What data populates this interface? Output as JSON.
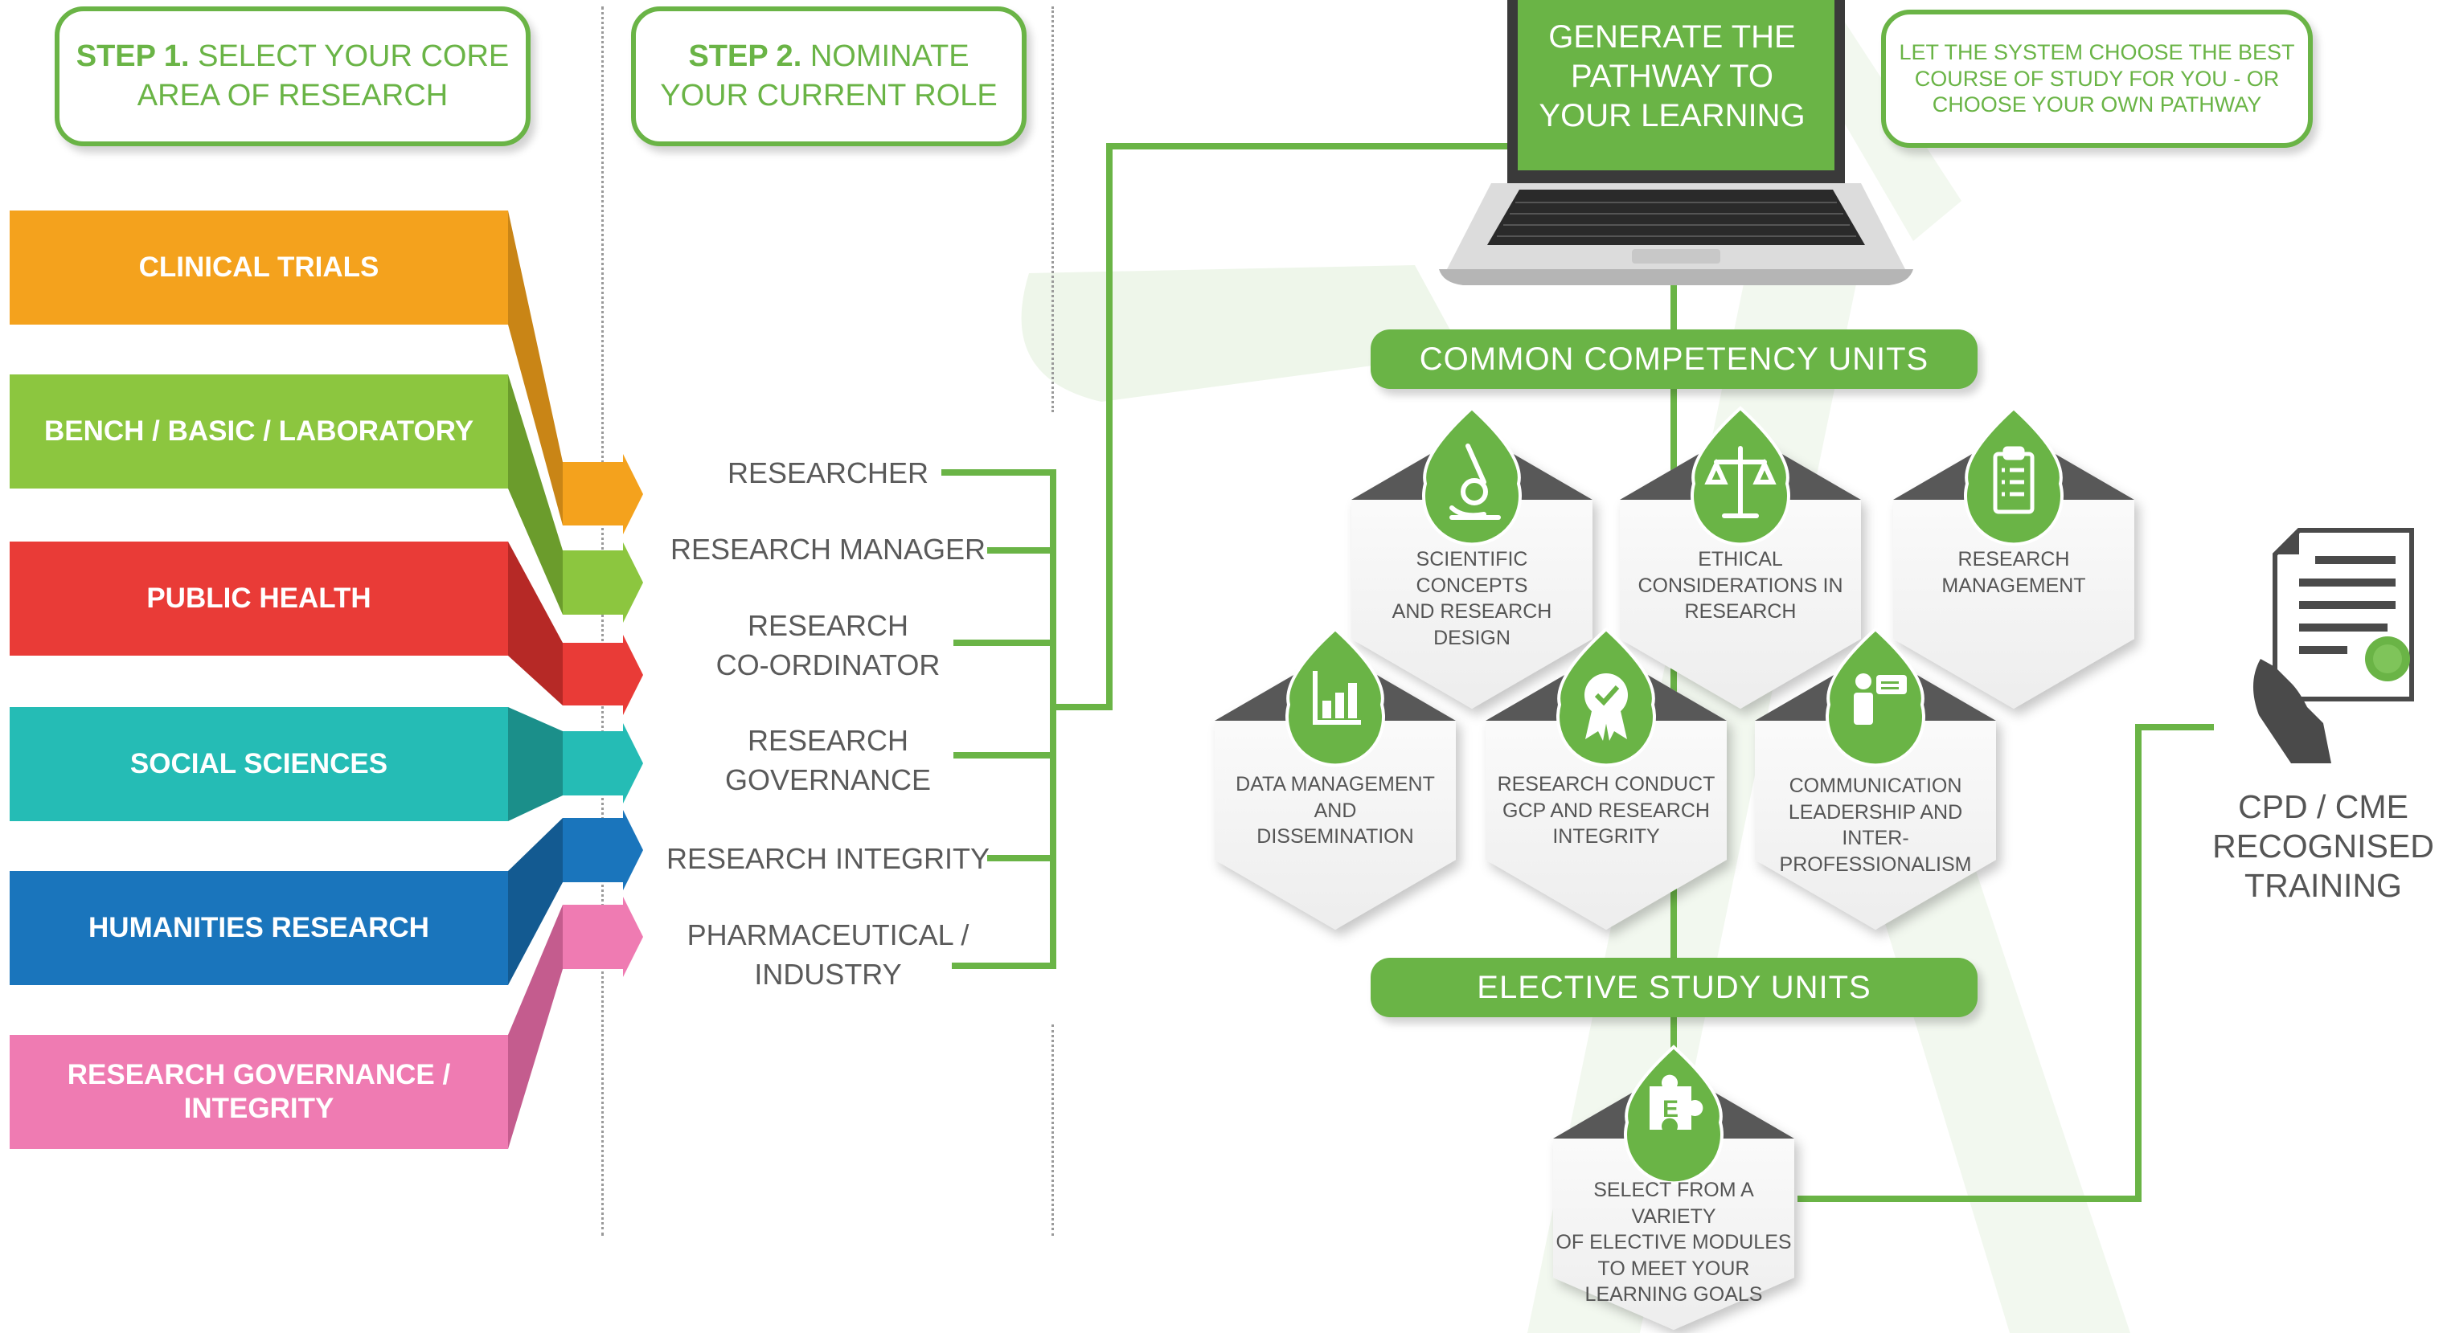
{
  "step1": {
    "prefix": "STEP 1.",
    "line1": "SELECT YOUR CORE",
    "line2": "AREA OF RESEARCH"
  },
  "step2": {
    "prefix": "STEP 2.",
    "line1": "NOMINATE",
    "line2": "YOUR CURRENT ROLE"
  },
  "research_areas": [
    {
      "label": "CLINICAL TRIALS",
      "color": "#f4a21d",
      "shade": "#c98516"
    },
    {
      "label": "BENCH / BASIC / LABORATORY",
      "color": "#8cc63f",
      "shade": "#6b9c2c"
    },
    {
      "label": "PUBLIC HEALTH",
      "color": "#e93b37",
      "shade": "#b62926"
    },
    {
      "label": "SOCIAL SCIENCES",
      "color": "#25bcb5",
      "shade": "#1b8f8a"
    },
    {
      "label": "HUMANITIES RESEARCH",
      "color": "#1a75bc",
      "shade": "#135a91"
    },
    {
      "label": "RESEARCH GOVERNANCE / INTEGRITY",
      "color": "#ef7bb2",
      "shade": "#c45c8e"
    }
  ],
  "roles": [
    {
      "line1": "RESEARCHER",
      "line2": ""
    },
    {
      "line1": "RESEARCH MANAGER",
      "line2": ""
    },
    {
      "line1": "RESEARCH",
      "line2": "CO-ORDINATOR"
    },
    {
      "line1": "RESEARCH",
      "line2": "GOVERNANCE"
    },
    {
      "line1": "RESEARCH INTEGRITY",
      "line2": ""
    },
    {
      "line1": "PHARMACEUTICAL /",
      "line2": "INDUSTRY"
    }
  ],
  "laptop": {
    "line1": "GENERATE THE",
    "line2": "PATHWAY TO",
    "line3": "YOUR LEARNING"
  },
  "system_note": {
    "line1": "LET THE SYSTEM CHOOSE THE BEST",
    "line2": "COURSE OF STUDY FOR YOU - OR",
    "line3": "CHOOSE YOUR OWN PATHWAY"
  },
  "common_units_title": "COMMON COMPETENCY UNITS",
  "common_units": [
    {
      "icon": "microscope-icon",
      "line1": "SCIENTIFIC CONCEPTS",
      "line2": "AND RESEARCH",
      "line3": "DESIGN"
    },
    {
      "icon": "scales-icon",
      "line1": "ETHICAL",
      "line2": "CONSIDERATIONS IN",
      "line3": "RESEARCH"
    },
    {
      "icon": "clipboard-icon",
      "line1": "RESEARCH",
      "line2": "MANAGEMENT",
      "line3": ""
    },
    {
      "icon": "bar-chart-icon",
      "line1": "DATA MANAGEMENT",
      "line2": "AND",
      "line3": "DISSEMINATION"
    },
    {
      "icon": "award-icon",
      "line1": "RESEARCH CONDUCT",
      "line2": "GCP AND RESEARCH",
      "line3": "INTEGRITY"
    },
    {
      "icon": "presenter-icon",
      "line1": "COMMUNICATION",
      "line2": "LEADERSHIP AND INTER-",
      "line3": "PROFESSIONALISM"
    }
  ],
  "elective_title": "ELECTIVE STUDY UNITS",
  "elective": {
    "icon": "puzzle-icon",
    "badge": "E",
    "line1": "SELECT FROM A VARIETY",
    "line2": "OF ELECTIVE MODULES",
    "line3": "TO MEET YOUR",
    "line4": "LEARNING GOALS"
  },
  "certificate": {
    "icon": "certificate-icon",
    "line1": "CPD / CME",
    "line2": "RECOGNISED",
    "line3": "TRAINING"
  },
  "colors": {
    "accent": "#6ab446",
    "text": "#595959",
    "hex_dark": "#595959",
    "hex_light": "#f2f2f2"
  }
}
